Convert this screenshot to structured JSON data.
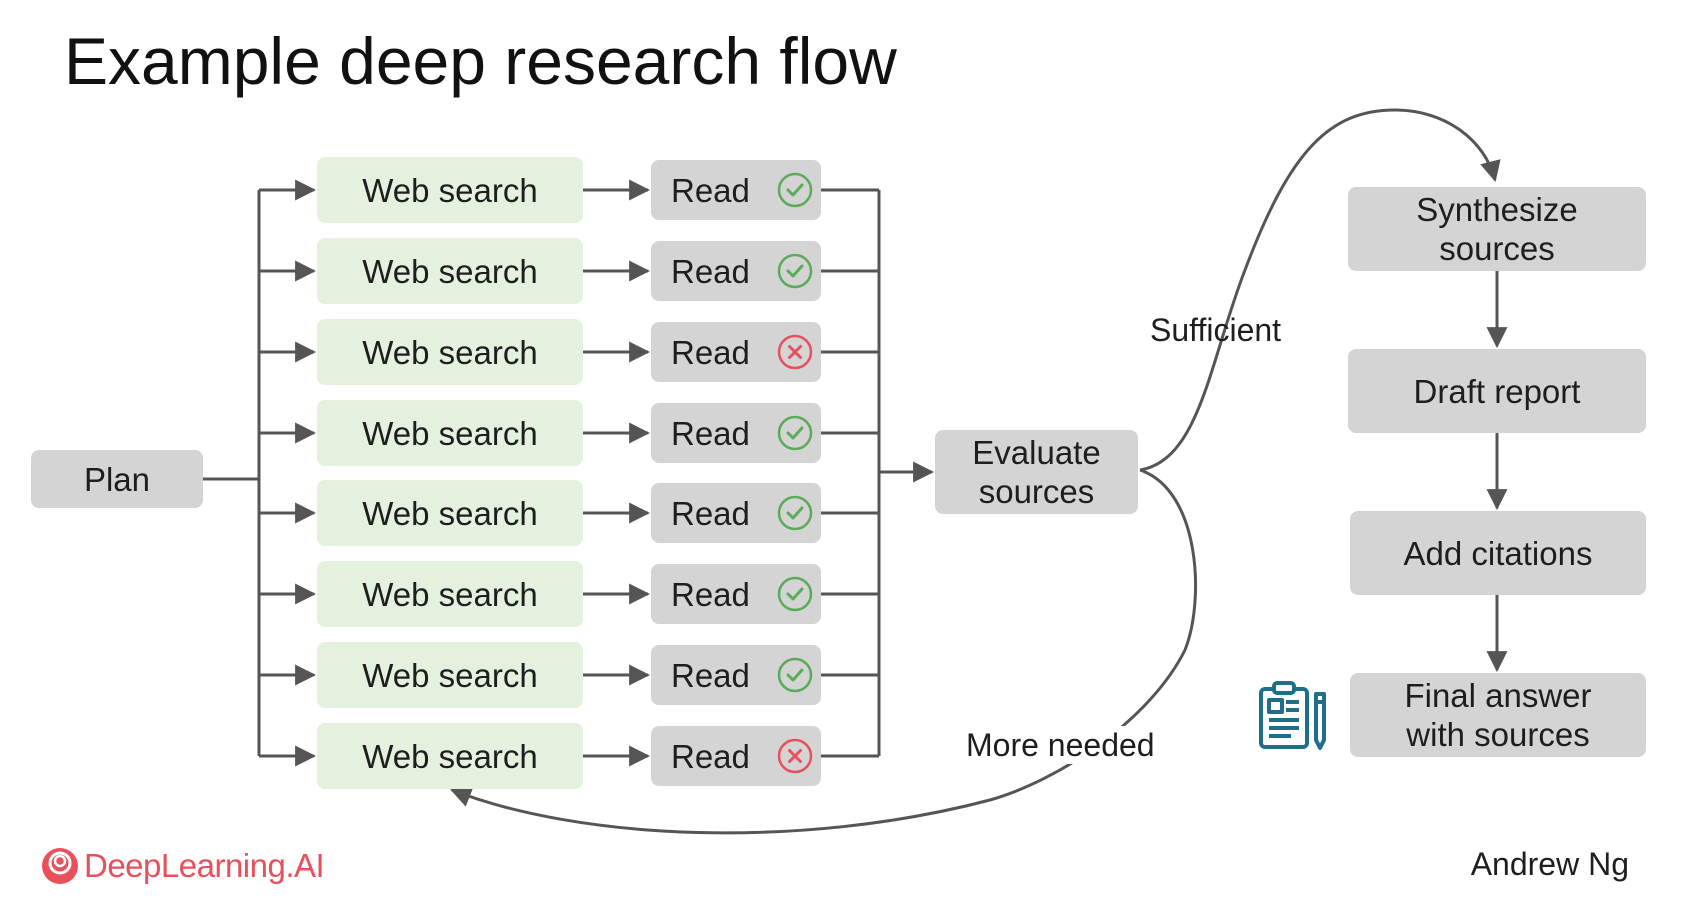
{
  "title": "Example deep research flow",
  "plan": {
    "label": "Plan"
  },
  "branches": [
    {
      "search_label": "Web search",
      "read_label": "Read",
      "status": "check"
    },
    {
      "search_label": "Web search",
      "read_label": "Read",
      "status": "check"
    },
    {
      "search_label": "Web search",
      "read_label": "Read",
      "status": "cross"
    },
    {
      "search_label": "Web search",
      "read_label": "Read",
      "status": "check"
    },
    {
      "search_label": "Web search",
      "read_label": "Read",
      "status": "check"
    },
    {
      "search_label": "Web search",
      "read_label": "Read",
      "status": "check"
    },
    {
      "search_label": "Web search",
      "read_label": "Read",
      "status": "check"
    },
    {
      "search_label": "Web search",
      "read_label": "Read",
      "status": "cross"
    }
  ],
  "evaluate": {
    "label": "Evaluate sources"
  },
  "edges": {
    "sufficient": "Sufficient",
    "more_needed": "More needed"
  },
  "pipeline": [
    "Synthesize sources",
    "Draft report",
    "Add citations",
    "Final answer with sources"
  ],
  "icons": {
    "check": "check-circle-icon",
    "cross": "cross-circle-icon",
    "report": "clipboard-report-icon",
    "logo": "deeplearning-ai-logo-icon"
  },
  "colors": {
    "check": "#5aac5a",
    "cross": "#e8505b",
    "report_icon": "#1f6f8b",
    "brand": "#e8505b",
    "box_gray": "#d4d4d4",
    "box_green": "#e5f1df",
    "connector": "#555555"
  },
  "footer": {
    "brand": "DeepLearning.AI",
    "author": "Andrew Ng"
  }
}
